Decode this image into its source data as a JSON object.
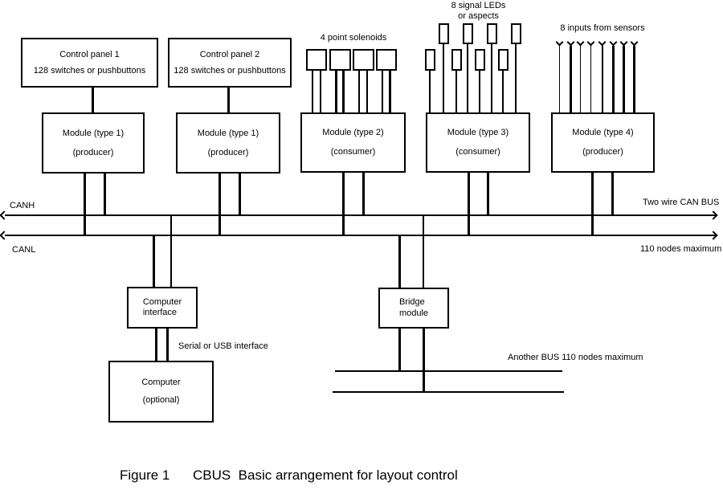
{
  "diagram": {
    "colors": {
      "line": "#000000",
      "background": "#ffffff"
    },
    "control_panels": [
      {
        "title": "Control panel 1",
        "subtitle": "128 switches or pushbuttons"
      },
      {
        "title": "Control panel 2",
        "subtitle": "128 switches or pushbuttons"
      }
    ],
    "modules": [
      {
        "label": "Module (type 1)",
        "role": "(producer)"
      },
      {
        "label": "Module (type 1)",
        "role": "(producer)"
      },
      {
        "label": "Module (type 2)",
        "role": "(consumer)"
      },
      {
        "label": "Module (type 3)",
        "role": "(consumer)"
      },
      {
        "label": "Module (type 4)",
        "role": "(producer)"
      }
    ],
    "peripherals": {
      "solenoids_label": "4 point solenoids",
      "leds_label_line1": "8 signal LEDs",
      "leds_label_line2": "or aspects",
      "sensors_label": "8 inputs from sensors"
    },
    "bus": {
      "canh_label": "CANH",
      "canl_label": "CANL",
      "right_top_label": "Two wire CAN BUS",
      "right_bottom_label": "110 nodes maximum"
    },
    "computer_interface": {
      "line1": "Computer",
      "line2": "interface"
    },
    "bridge_module": {
      "line1": "Bridge",
      "line2": "module"
    },
    "computer": {
      "line1": "Computer",
      "line2": "(optional)"
    },
    "serial_label": "Serial or USB interface",
    "another_bus_label": "Another BUS  110 nodes maximum",
    "caption": {
      "figure_label": "Figure 1",
      "title": "CBUS  Basic arrangement for layout control"
    }
  }
}
